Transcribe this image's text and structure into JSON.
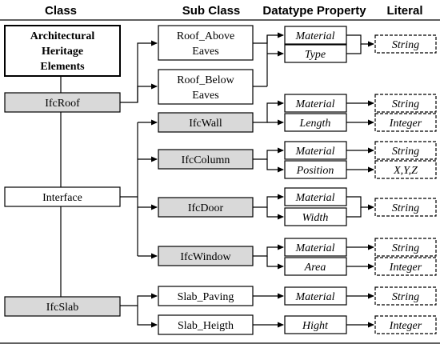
{
  "headers": {
    "class": "Class",
    "sub_class": "Sub Class",
    "datatype_property": "Datatype Property",
    "literal": "Literal"
  },
  "classes": {
    "root": [
      "Architectural",
      "Heritage",
      "Elements"
    ],
    "ifc_roof": "IfcRoof",
    "interface": "Interface",
    "ifc_slab": "IfcSlab"
  },
  "sub_classes": {
    "roof_above": [
      "Roof_Above",
      "Eaves"
    ],
    "roof_below": [
      "Roof_Below",
      "Eaves"
    ],
    "ifc_wall": "IfcWall",
    "ifc_column": "IfcColumn",
    "ifc_door": "IfcDoor",
    "ifc_window": "IfcWindow",
    "slab_paving": "Slab_Paving",
    "slab_heigth": "Slab_Heigth"
  },
  "properties": {
    "roof_material": "Material",
    "roof_type": "Type",
    "wall_material": "Material",
    "wall_length": "Length",
    "column_material": "Material",
    "column_position": "Position",
    "door_material": "Material",
    "door_width": "Width",
    "window_material": "Material",
    "window_area": "Area",
    "paving_material": "Material",
    "heigth_hight": "Hight"
  },
  "literals": {
    "roof": "String",
    "wall_string": "String",
    "wall_integer": "Integer",
    "column_string": "String",
    "column_xyz": "X,Y,Z",
    "door": "String",
    "window_string": "String",
    "window_integer": "Integer",
    "paving": "String",
    "heigth": "Integer"
  },
  "colors": {
    "shaded_fill": "#d9d9d9",
    "plain_fill": "#ffffff",
    "stroke": "#000000"
  }
}
